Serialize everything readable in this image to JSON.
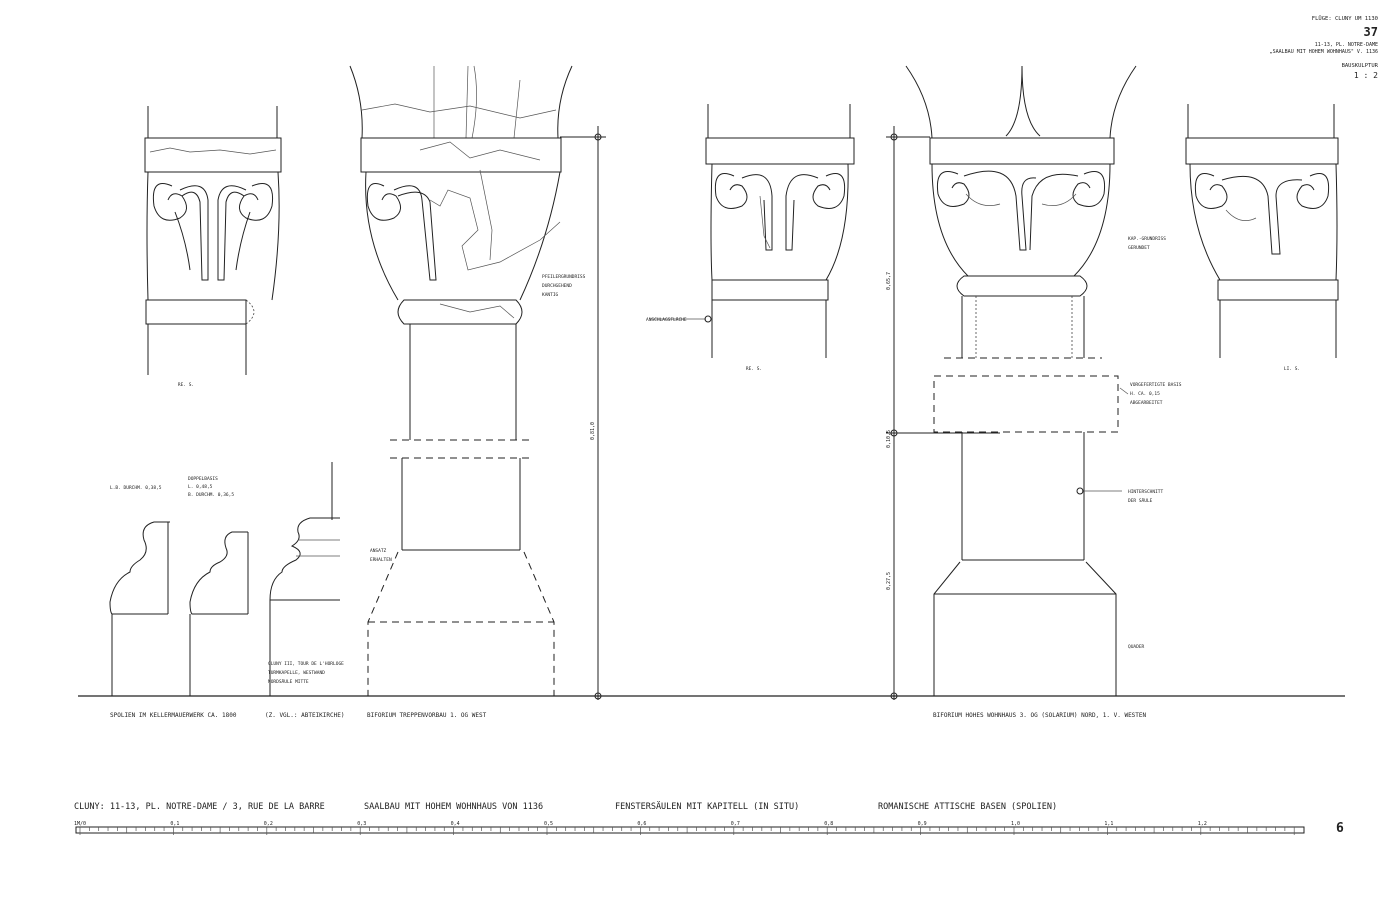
{
  "header": {
    "source": "FLÜGE: CLUNY UM 1130",
    "plate_number": "37",
    "subtitle_1": "11-13, PL. NOTRE-DAME",
    "subtitle_2": "„SAALBAU MIT HOHEM WOHNHAUS\" V. 1136",
    "category": "BAUSKULPTUR",
    "scale": "1 : 2"
  },
  "labels": {
    "re_s_left": "RE. S.",
    "re_s_mid": "RE. S.",
    "li_s_right": "LI. S.",
    "pfeiler_1": "PFEILERGRUNDRISS",
    "pfeiler_2": "DURCHGEHEND",
    "pfeiler_3": "KANTIG",
    "anschlag": "ANSCHLAGSFLÄCHE",
    "kap_1": "KAP.-GRUNDRISS",
    "kap_2": "GERUNDET",
    "vorgef_1": "VORGEFERTIGTE BASIS",
    "vorgef_2": "H. CA. 0,15",
    "vorgef_3": "ABGEARBEITET",
    "hinter_1": "HINTERSCHNITT",
    "hinter_2": "DER SÄULE",
    "quader": "QUADER",
    "ansatz_1": "ANSATZ",
    "ansatz_2": "ERHALTEN",
    "lb_durchm": "L.B. DURCHM. 0,38,5",
    "doppel_1": "DOPPELBASIS",
    "doppel_2": "L. 0,48,5",
    "doppel_3": "B. DURCHM. 0,36,5",
    "cluny_1": "CLUNY III, TOUR DE L'HORLOGE",
    "cluny_2": "TURMKAPELLE, WESTWAND",
    "cluny_3": "NORDSÄULE MITTE",
    "dim_left": "0,81,0",
    "dim_r1": "0,65,7",
    "dim_r2": "0,10,5",
    "dim_r3": "0,27,5"
  },
  "captions": {
    "spolien": "SPOLIEN IM KELLERMAUERWERK CA. 1800",
    "vgl": "(Z. VGL.: ABTEIKIRCHE)",
    "biforium_treppe": "BIFORIUM  TREPPENVORBAU 1. OG  WEST",
    "biforium_hohes": "BIFORIUM  HOHES WOHNHAUS  3. OG (SOLARIUM) NORD, 1. V. WESTEN"
  },
  "footer": {
    "title_1": "CLUNY:  11-13,  PL. NOTRE-DAME / 3, RUE DE LA BARRE",
    "title_2": "SAALBAU  MIT  HOHEM  WOHNHAUS  VON  1136",
    "title_3": "FENSTERSÄULEN  MIT  KAPITELL  (IN  SITU)",
    "title_4": "ROMANISCHE  ATTISCHE  BASEN  (SPOLIEN)",
    "mark": "6"
  },
  "scale_bar": {
    "unit_label": "1M/0",
    "ticks": [
      "0,1",
      "0,2",
      "0,3",
      "0,4",
      "0,5",
      "0,6",
      "0,7",
      "0,8",
      "0,9",
      "1,0",
      "1,1",
      "1,2"
    ]
  }
}
